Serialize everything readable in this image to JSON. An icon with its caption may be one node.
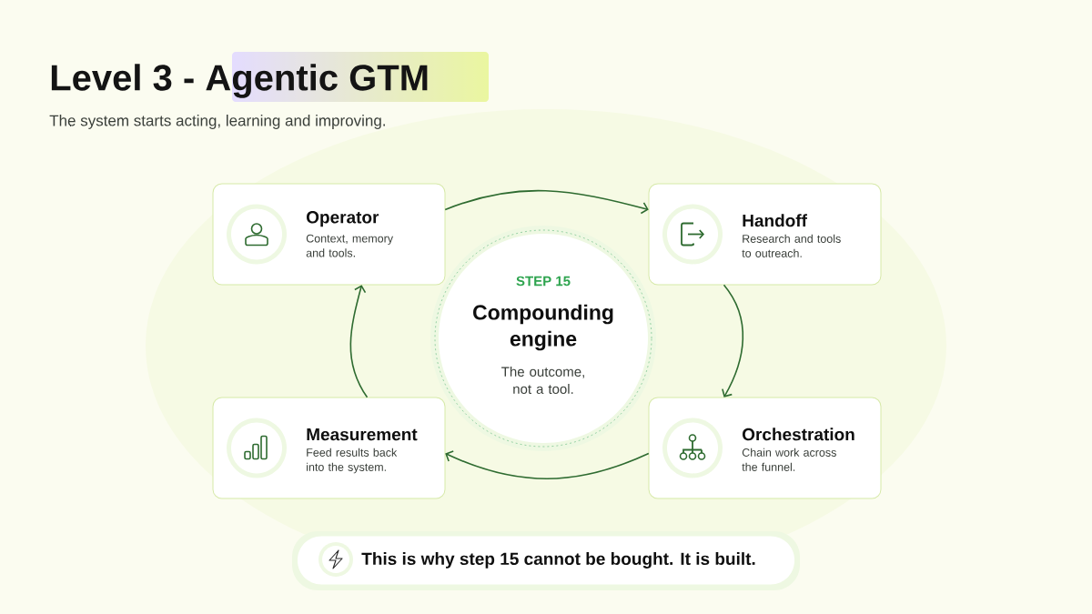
{
  "diagram": {
    "title": "Level 3 - Agentic GTM",
    "nodes": [
      {
        "text": [
          "Operator",
          "Context, memory and tools."
        ]
      },
      {
        "text": [
          "Handoff",
          "Research and tools to outreach."
        ]
      },
      {
        "text": [
          "STEP 15",
          "Compounding engine",
          "The outcome, not a tool."
        ]
      },
      {
        "text": [
          "Measurement",
          "Feed results back into the system."
        ]
      },
      {
        "text": [
          "Orchestration",
          "Chain work across the funnel."
        ]
      },
      {
        "text": [
          "This is why step 15 cannot be bought. It is built."
        ]
      }
    ],
    "edges": [
      {
        "from": 0,
        "to": 1,
        "arrow": "to"
      },
      {
        "from": 1,
        "to": 4,
        "arrow": "to"
      },
      {
        "from": 4,
        "to": 3,
        "arrow": "to"
      },
      {
        "from": 3,
        "to": 0,
        "arrow": "to"
      }
    ],
    "labels": [
      "The system starts acting, learning and improving."
    ]
  }
}
